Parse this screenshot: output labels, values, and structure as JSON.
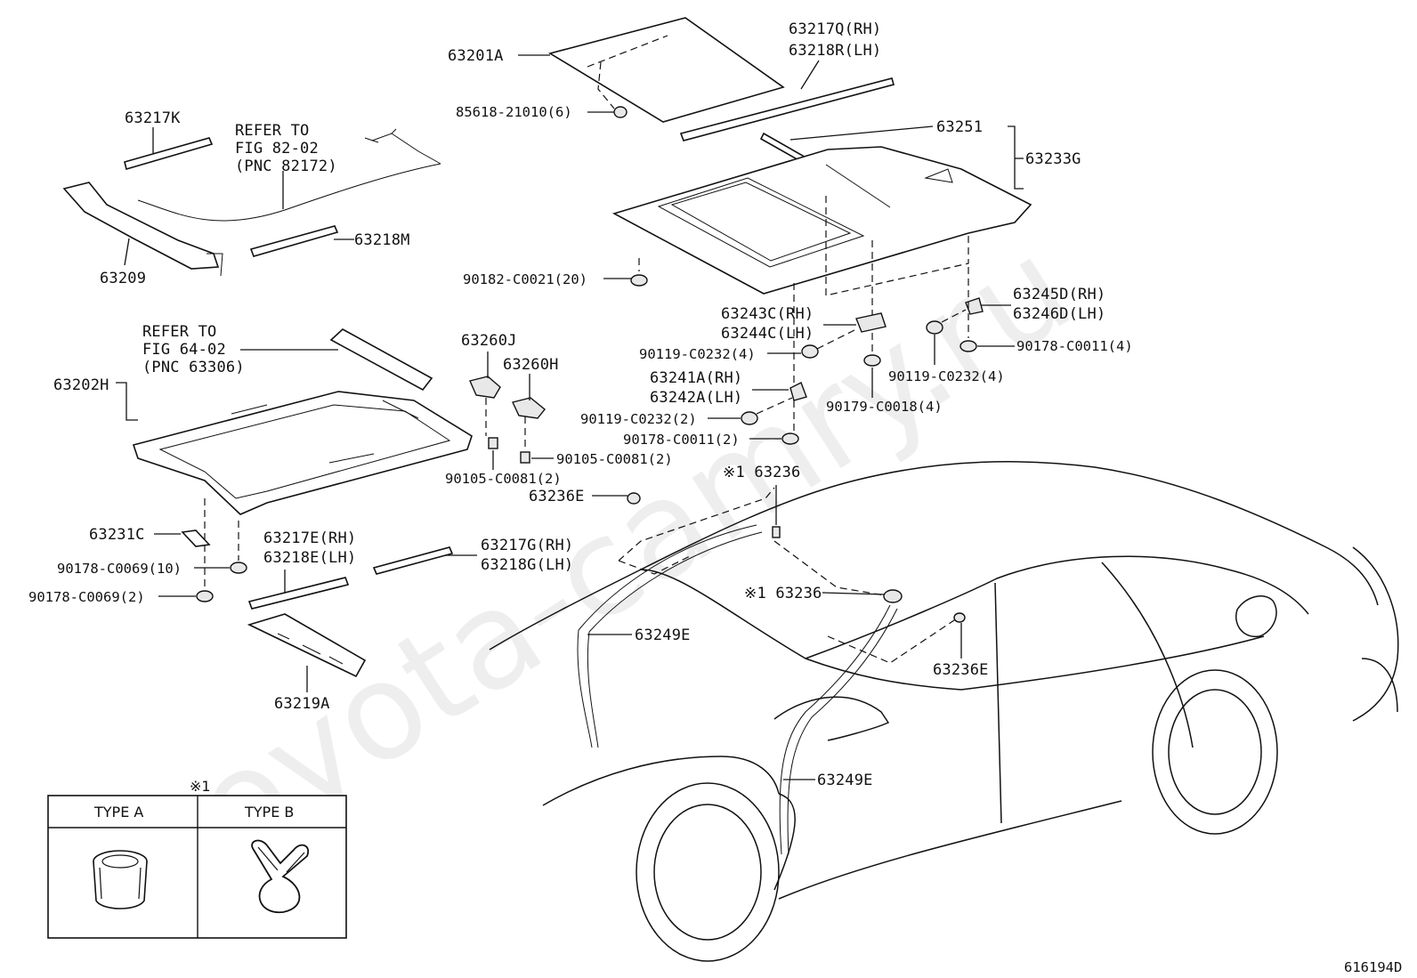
{
  "watermark": "toyota-camry.ru",
  "fig_code": "616194D",
  "labels": {
    "l63201A": "63201A",
    "l63217Q": "63217Q(RH)",
    "l63218R": "63218R(LH)",
    "l85618": "85618-21010(6)",
    "l63251": "63251",
    "l63233G": "63233G",
    "l63217K": "63217K",
    "refer1a": "REFER TO",
    "refer1b": "FIG 82-02",
    "refer1c": "(PNC 82172)",
    "l63218M": "63218M",
    "l63209": "63209",
    "l90182": "90182-C0021(20)",
    "l63245D": "63245D(RH)",
    "l63246D": "63246D(LH)",
    "l63243C": "63243C(RH)",
    "l63244C": "63244C(LH)",
    "l90178_0011_4": "90178-C0011(4)",
    "l90119_a": "90119-C0232(4)",
    "l90119_b": "90119-C0232(4)",
    "refer2a": "REFER TO",
    "refer2b": "FIG 64-02",
    "refer2c": "(PNC 63306)",
    "l63260J": "63260J",
    "l63260H": "63260H",
    "l63202H": "63202H",
    "l63241A": "63241A(RH)",
    "l63242A": "63242A(LH)",
    "l90179": "90179-C0018(4)",
    "l90119_c": "90119-C0232(2)",
    "l90178_0011_2": "90178-C0011(2)",
    "l90105_a": "90105-C0081(2)",
    "l90105_b": "90105-C0081(2)",
    "l63236_a": "※1 63236",
    "l63236E_a": "63236E",
    "l63231C": "63231C",
    "l63217E": "63217E(RH)",
    "l63218E": "63218E(LH)",
    "l63217G": "63217G(RH)",
    "l63218G": "63218G(LH)",
    "l90178_0069_10": "90178-C0069(10)",
    "l90178_0069_2": "90178-C0069(2)",
    "l63236_b": "※1 63236",
    "l63249E_a": "63249E",
    "l63236E_b": "63236E",
    "l63219A": "63219A",
    "l63249E_b": "63249E"
  },
  "clip_table": {
    "note": "※1",
    "type_a": "TYPE A",
    "type_b": "TYPE B"
  }
}
